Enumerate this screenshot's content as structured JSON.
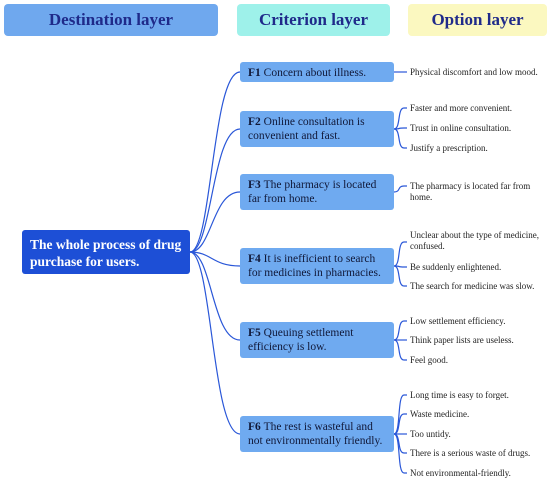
{
  "headers": {
    "destination": "Destination layer",
    "criterion": "Criterion layer",
    "option": "Option layer"
  },
  "root": "The whole process of drug purchase for users.",
  "criteria": [
    {
      "id": "F1",
      "text": "Concern about illness.",
      "options": [
        "Physical discomfort and low mood."
      ]
    },
    {
      "id": "F2",
      "text": "Online consultation is convenient and fast.",
      "options": [
        "Faster and more convenient.",
        "Trust in online consultation.",
        "Justify a prescription."
      ]
    },
    {
      "id": "F3",
      "text": "The pharmacy is located far from home.",
      "options": [
        "The pharmacy is located far from home."
      ]
    },
    {
      "id": "F4",
      "text": "It is inefficient to search for medicines in pharmacies.",
      "options": [
        "Unclear about the type of medicine, confused.",
        "Be suddenly enlightened.",
        "The search for medicine was slow."
      ]
    },
    {
      "id": "F5",
      "text": "Queuing settlement efficiency is low.",
      "options": [
        "Low settlement efficiency.",
        "Think paper lists are useless.",
        "Feel good."
      ]
    },
    {
      "id": "F6",
      "text": "The rest is wasteful and not environmentally friendly.",
      "options": [
        "Long time is easy to forget.",
        "Waste medicine.",
        "Too untidy.",
        "There is a serious waste of drugs.",
        "Not environmental-friendly."
      ]
    }
  ],
  "colors": {
    "line": "#2a57d8",
    "root_fill": "#1d4fd6",
    "criterion_fill": "#6faaf0"
  }
}
